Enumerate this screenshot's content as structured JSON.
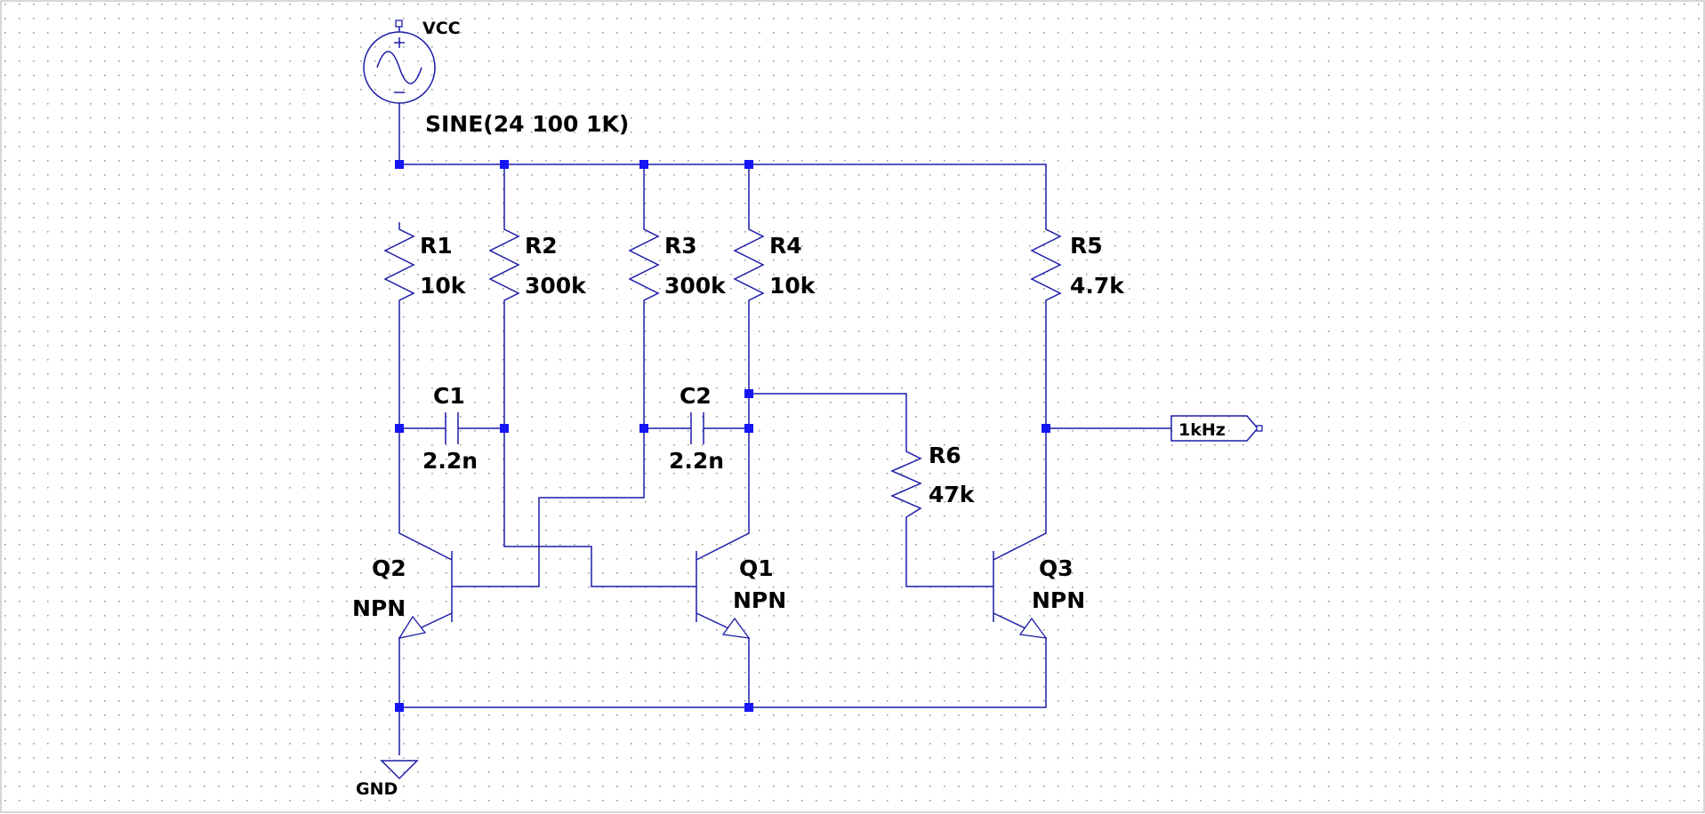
{
  "source": {
    "name": "VCC",
    "value": "SINE(24 100 1K)",
    "icon": "sine-source-icon"
  },
  "ground": {
    "label": "GND",
    "icon": "ground-icon"
  },
  "resistors": [
    {
      "name": "R1",
      "value": "10k"
    },
    {
      "name": "R2",
      "value": "300k"
    },
    {
      "name": "R3",
      "value": "300k"
    },
    {
      "name": "R4",
      "value": "10k"
    },
    {
      "name": "R5",
      "value": "4.7k"
    },
    {
      "name": "R6",
      "value": "47k"
    }
  ],
  "capacitors": [
    {
      "name": "C1",
      "value": "2.2n"
    },
    {
      "name": "C2",
      "value": "2.2n"
    }
  ],
  "transistors": [
    {
      "name": "Q1",
      "model": "NPN"
    },
    {
      "name": "Q2",
      "model": "NPN"
    },
    {
      "name": "Q3",
      "model": "NPN"
    }
  ],
  "output_label": "1kHz",
  "colors": {
    "wire": "#1c1ca8",
    "node": "#1515f5",
    "text": "#000000",
    "grid": "#9a9a9a",
    "background": "#ffffff"
  }
}
